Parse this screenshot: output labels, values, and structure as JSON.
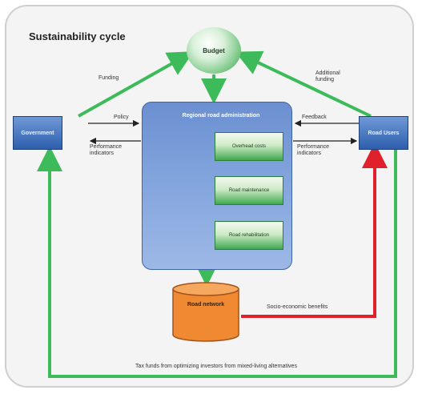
{
  "title": "Sustainability cycle",
  "budget": "Budget",
  "government": "Government",
  "road_users": "Road Users",
  "road_administration": "Regional road administration",
  "sub_boxes": [
    "Overhead costs",
    "Road maintenance",
    "Road rehabilitation"
  ],
  "road_network": "Road network",
  "labels": {
    "funding": "Funding",
    "additional_funding": "Additional funding",
    "policy": "Policy",
    "performance_left": "Performance indicators",
    "feedback": "Feedback",
    "performance_right": "Performance indicators",
    "socio_economic": "Socio-economic benefits",
    "bottom": "Tax funds from optimizing investors from mixed-living alternatives"
  },
  "colors": {
    "green": "#3dbb5a",
    "red": "#e0202a",
    "blue_box": "#2e5fae",
    "orange": "#ef8a33"
  }
}
